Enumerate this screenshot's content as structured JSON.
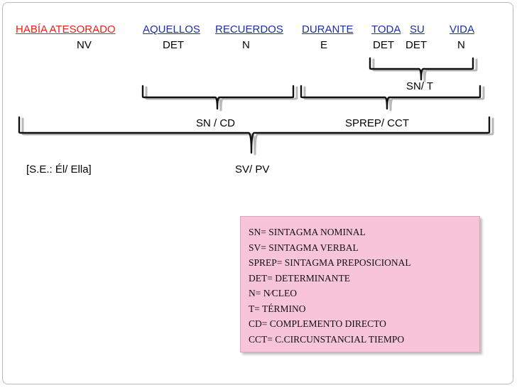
{
  "words": {
    "w1": {
      "text": "HABÍA ATESORADO",
      "tag": "NV"
    },
    "w2": {
      "text": "AQUELLOS",
      "tag": "DET"
    },
    "w3": {
      "text": "RECUERDOS",
      "tag": "N"
    },
    "w4": {
      "text": "DURANTE",
      "tag": "E"
    },
    "w5": {
      "text": "TODA",
      "tag": "DET"
    },
    "w6": {
      "text": "SU",
      "tag": "DET"
    },
    "w7": {
      "text": "VIDA",
      "tag": "N"
    }
  },
  "groups": {
    "sn_t": "SN/ T",
    "sn_cd": "SN / CD",
    "sprep_cct": "SPREP/ CCT",
    "sv_pv": "SV/ PV",
    "subject": "[S.E.: Él/ Ella]"
  },
  "legend": [
    "SN= SINTAGMA NOMINAL",
    "SV= SINTAGMA VERBAL",
    "SPREP= SINTAGMA PREPOSICIONAL",
    "DET= DETERMINANTE",
    "N= N⁄CLEO",
    "T= TÉRMINO",
    "CD= COMPLEMENTO DIRECTO",
    "CCT= C.CIRCUNSTANCIAL TIEMPO"
  ],
  "colors": {
    "verb": "#e8201a",
    "words": "#1b2ea3",
    "legend_bg": "#f8c4d8"
  }
}
